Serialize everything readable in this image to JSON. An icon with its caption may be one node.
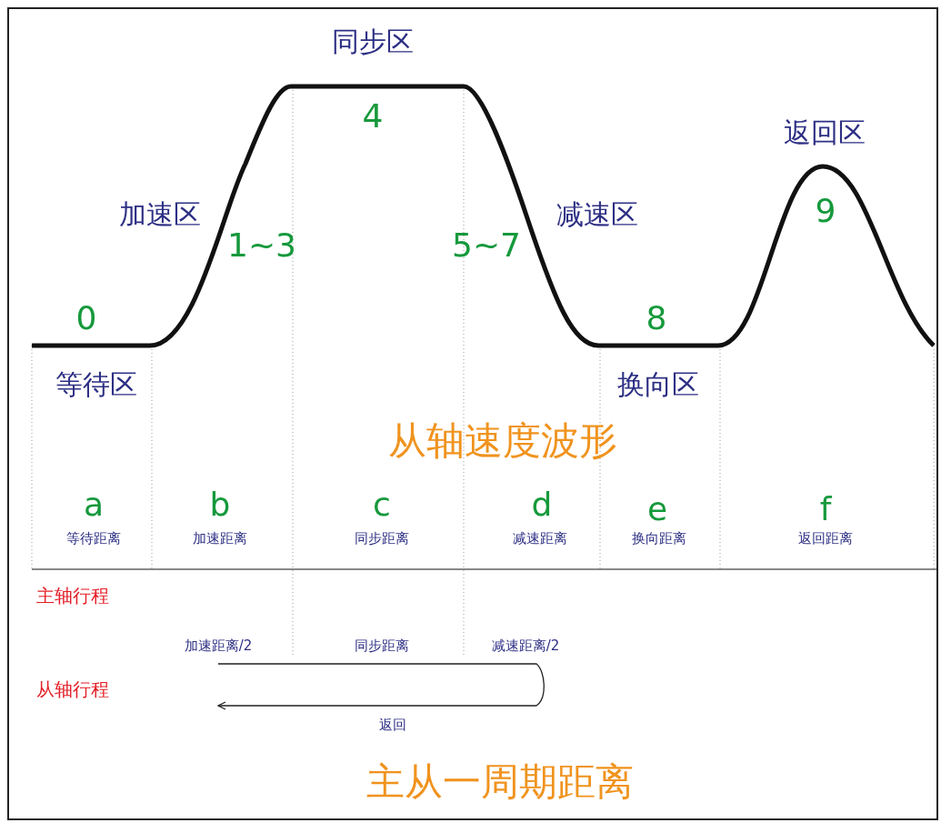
{
  "diagram": {
    "labels": [
      "同步区",
      "4",
      "返回区",
      "加速区",
      "减速区",
      "9",
      "1~3",
      "5~7",
      "0",
      "8",
      "等待区",
      "换向区",
      "从轴速度波形",
      "a",
      "b",
      "c",
      "d",
      "e",
      "f",
      "等待距离",
      "加速距离",
      "同步距离",
      "减速距离",
      "换向距离",
      "返回距离",
      "主轴行程",
      "加速距离/2",
      "同步距离",
      "减速距离/2",
      "从轴行程",
      "返回",
      "主从一周期距离"
    ]
  }
}
